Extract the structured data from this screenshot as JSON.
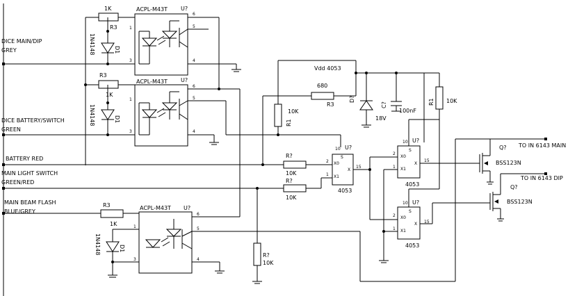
{
  "colors": {
    "wire": "#000000",
    "background": "#ffffff"
  },
  "inputs": {
    "dice_main_dip": [
      "DICE MAIN/DIP",
      "GREY"
    ],
    "dice_battery": [
      "DICE BATTERY/SWITCH",
      "GREEN"
    ],
    "battery": [
      "BATTERY RED"
    ],
    "main_light": [
      "MAIN LIGHT SWITCH",
      "GREEN/RED"
    ],
    "main_beam": [
      "MAIN BEAM FLASH",
      "BLUE/GREY"
    ]
  },
  "outputs": {
    "to_main": "TO IN 6143 MAIN",
    "to_dip": "TO IN 6143 DIP"
  },
  "opto1": {
    "part": "ACPL-M43T",
    "ref": "U?",
    "r_ref": "R3",
    "r_val": "1K",
    "d_ref": "D1",
    "d_val": "1N4148",
    "pins": [
      "1",
      "3",
      "5",
      "6",
      "4"
    ]
  },
  "opto2": {
    "part": "ACPL-M43T",
    "ref": "U?",
    "r_ref": "R3",
    "r_val": "1K",
    "d_ref": "D1",
    "d_val": "1N4148",
    "pins": [
      "1",
      "3",
      "5",
      "6",
      "4"
    ]
  },
  "opto3": {
    "part": "ACPL-M43T",
    "ref": "U?",
    "r_ref": "R3",
    "r_val": "1K",
    "d_ref": "D1",
    "d_val": "1N4148",
    "pins": [
      "1",
      "3",
      "5",
      "6",
      "4"
    ]
  },
  "supply": {
    "vdd_label": "Vdd 4053",
    "r680_val": "680",
    "r680_ref": "R3",
    "zener_ref": "D?",
    "zener_val": "18V",
    "cap_ref": "C?",
    "cap_val": "100nF",
    "r_left_ref": "R1",
    "r_left_val": "10K",
    "r_right_ref": "R1",
    "r_right_val": "10K"
  },
  "mux1": {
    "part": "4053",
    "ref": "U?",
    "pins": {
      "p10": "10",
      "s": "S",
      "x0": "X0",
      "x1": "X1",
      "x": "X",
      "p2": "2",
      "p1": "1",
      "p15": "15"
    },
    "r_top_ref": "R?",
    "r_top_val": "10K",
    "r_bot_ref": "R?",
    "r_bot_val": "10K"
  },
  "mux2": {
    "part": "4053",
    "ref": "U?",
    "pins": {
      "p10": "10",
      "s": "S",
      "x0": "X0",
      "x1": "X1",
      "x": "X",
      "p2": "2",
      "p1": "1",
      "p15": "15"
    }
  },
  "mux3": {
    "part": "4053",
    "ref": "U?",
    "pins": {
      "p10": "10",
      "s": "S",
      "x0": "X0",
      "x1": "X1",
      "x": "X",
      "p2": "2",
      "p1": "1",
      "p15": "15"
    }
  },
  "pulldown": {
    "ref": "R?",
    "val": "10K"
  },
  "mosfet1": {
    "ref": "Q?",
    "part": "BSS123N"
  },
  "mosfet2": {
    "ref": "Q?",
    "part": "BSS123N"
  }
}
